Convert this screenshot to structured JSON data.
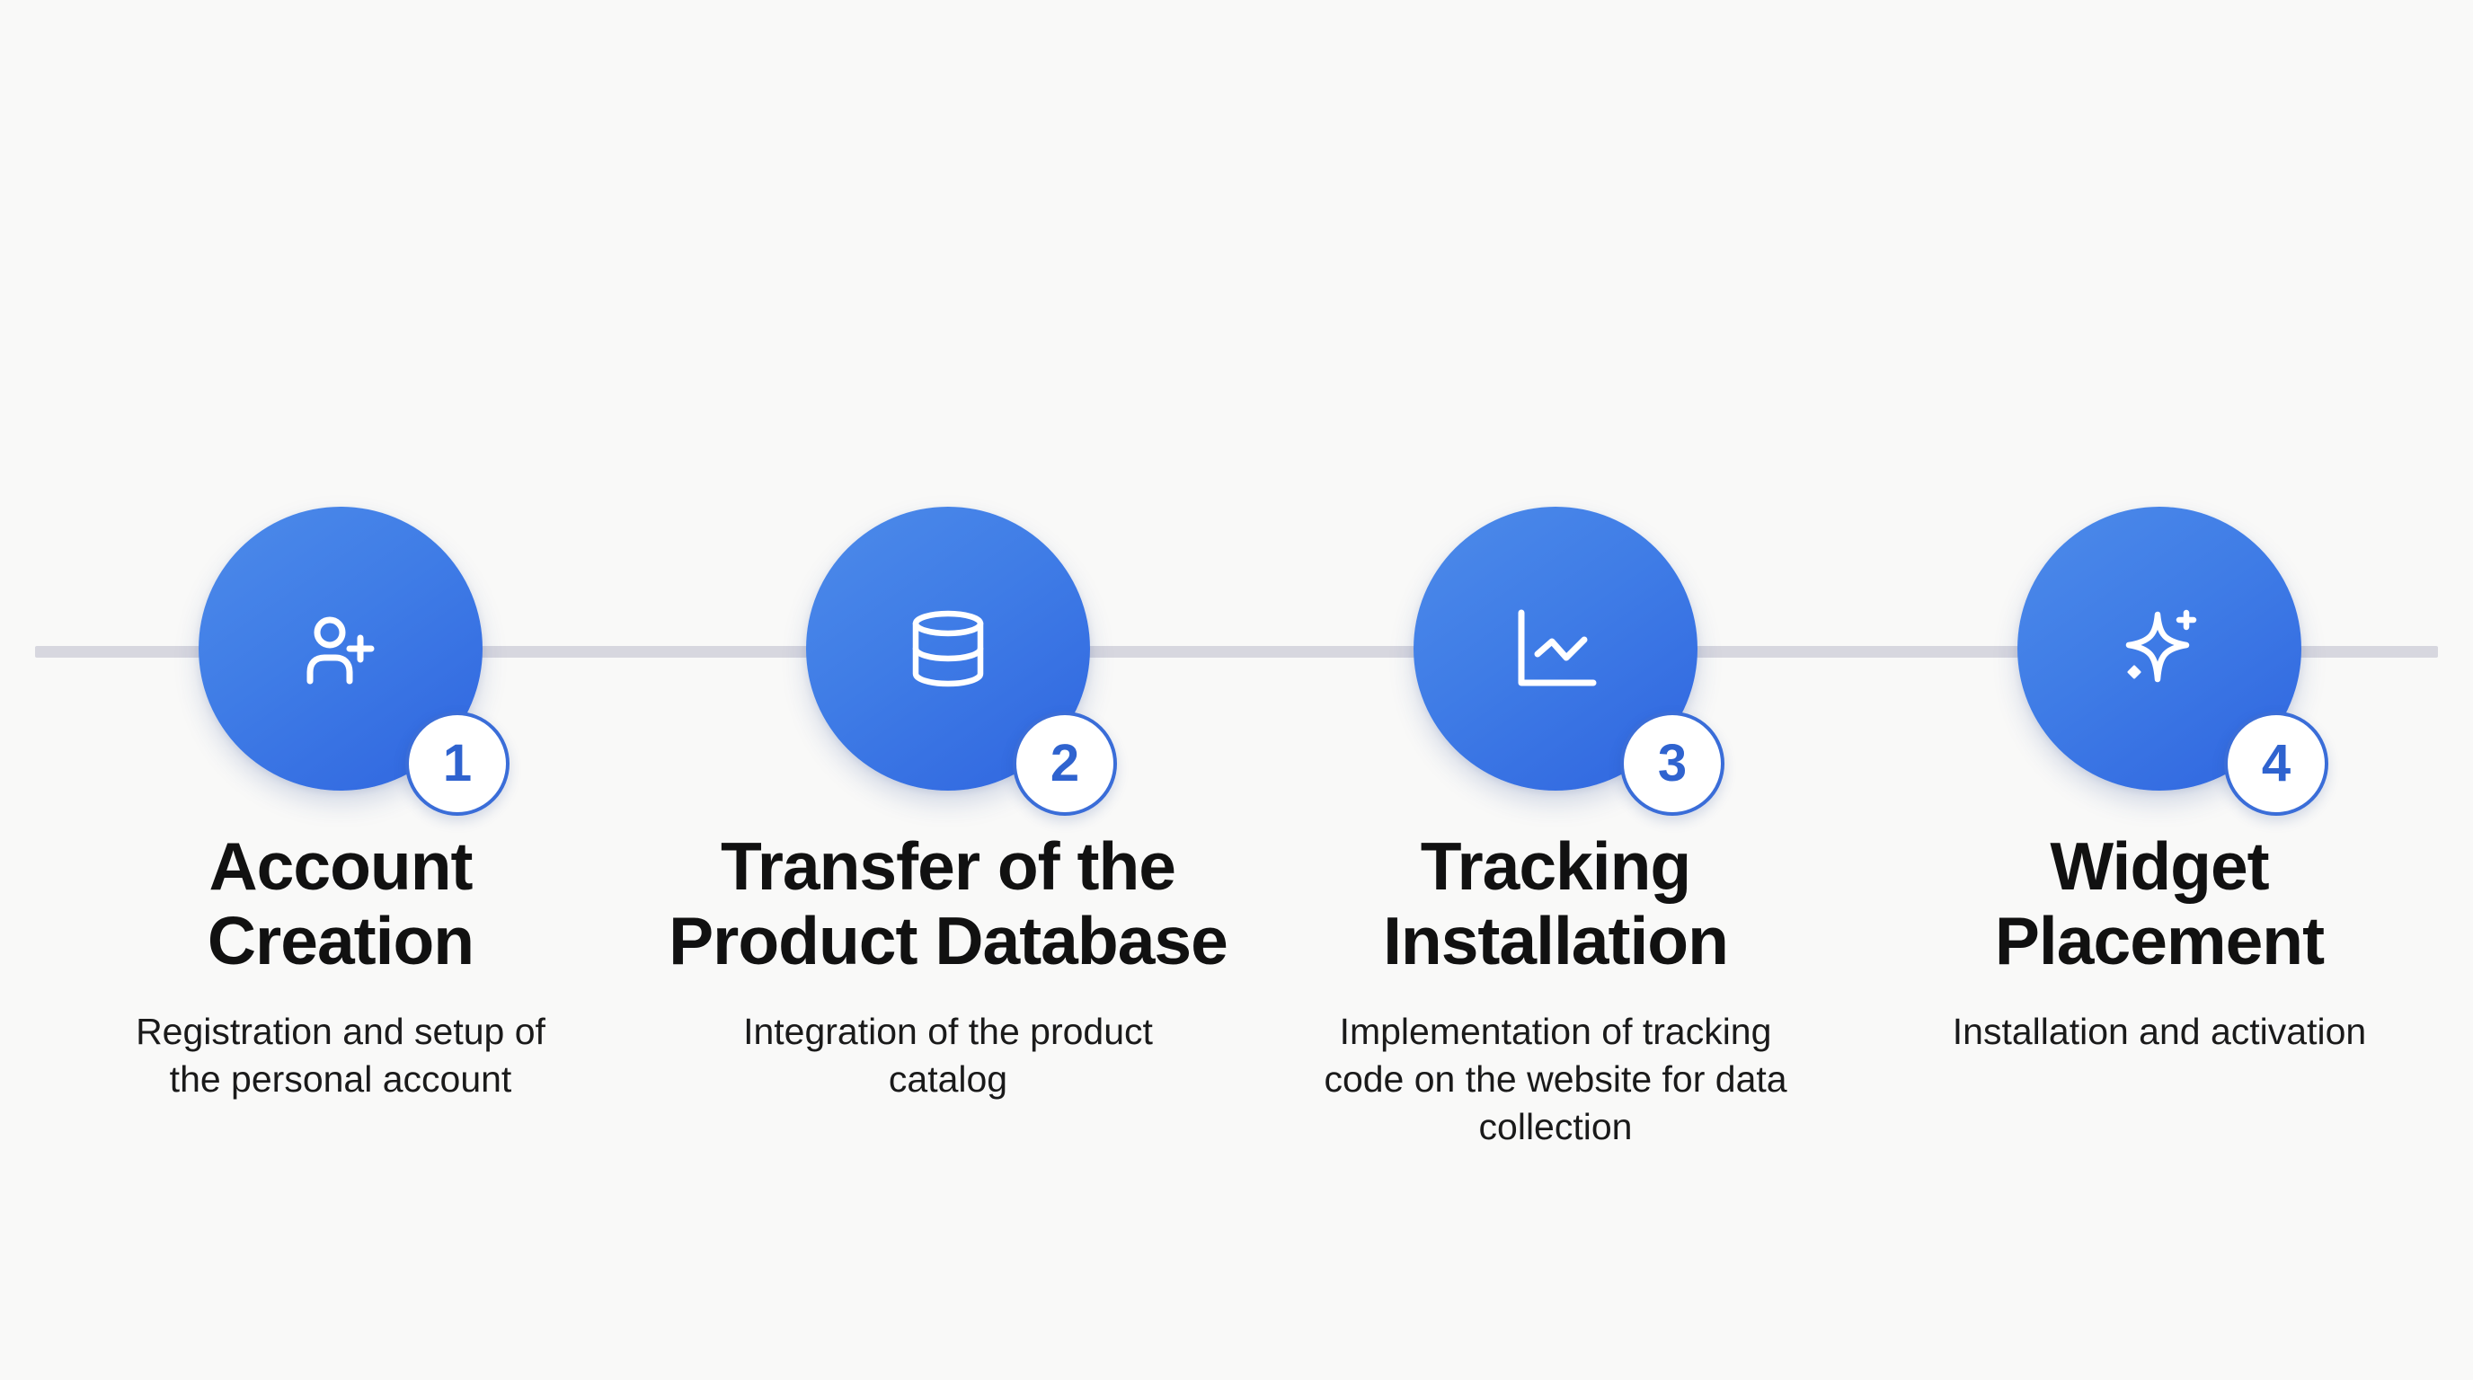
{
  "diagram": {
    "type": "process-timeline",
    "colors": {
      "background": "#f9f9f8",
      "connector": "#d7d7df",
      "circle_light": "#4d8bea",
      "circle_dark": "#2f65df",
      "badge_border": "#3a6dd8",
      "badge_text": "#2f63cf",
      "title_text": "#111111",
      "desc_text": "#1a1a1a"
    },
    "steps": [
      {
        "number": "1",
        "icon": "user-plus-icon",
        "title_lines": [
          "Account",
          "Creation"
        ],
        "description_lines": [
          "Registration and setup of",
          "the personal account"
        ]
      },
      {
        "number": "2",
        "icon": "database-icon",
        "title_lines": [
          "Transfer of the",
          "Product Database"
        ],
        "description_lines": [
          "Integration of the product",
          "catalog"
        ]
      },
      {
        "number": "3",
        "icon": "line-chart-icon",
        "title_lines": [
          "Tracking",
          "Installation"
        ],
        "description_lines": [
          "Implementation of tracking",
          "code on the website for data",
          "collection"
        ]
      },
      {
        "number": "4",
        "icon": "sparkles-icon",
        "title_lines": [
          "Widget",
          "Placement"
        ],
        "description_lines": [
          "Installation and activation"
        ]
      }
    ]
  }
}
